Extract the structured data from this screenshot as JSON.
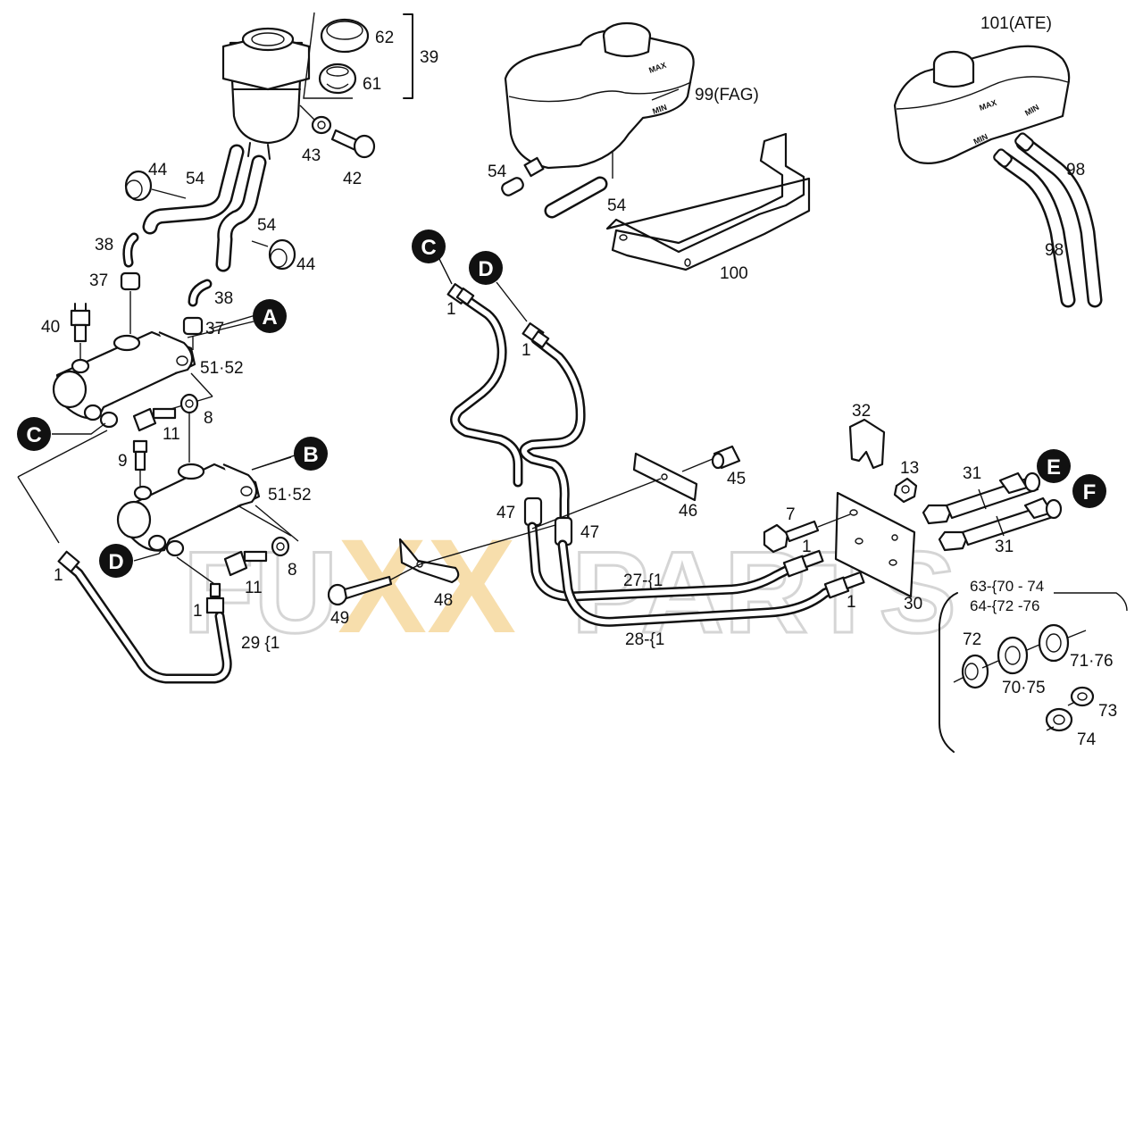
{
  "watermark": {
    "text_left": "FU",
    "text_mid": "XX",
    "text_right": "PARTS",
    "accent_color": "#f2c46a",
    "gray_color": "#b4b4b4"
  },
  "callouts": {
    "A": "A",
    "B": "B",
    "C": "C",
    "D": "D",
    "E": "E",
    "F": "F"
  },
  "labels": {
    "p62": "62",
    "p61": "61",
    "p39": "39",
    "p43": "43",
    "p42": "42",
    "p44a": "44",
    "p54a": "54",
    "p54b": "54",
    "p44b": "44",
    "p38a": "38",
    "p37a": "37",
    "p38b": "38",
    "p37b": "37",
    "p40": "40",
    "p5152a": "51·52",
    "p11a": "11",
    "p8a": "8",
    "p9": "9",
    "p5152b": "51·52",
    "p1a": "1",
    "p8b": "8",
    "p11b": "11",
    "p1b": "1",
    "p29": "29 {1",
    "p99": "99(FAG)",
    "p54c": "54",
    "p54d": "54",
    "p100": "100",
    "p101": "101(ATE)",
    "p98a": "98",
    "p98b": "98",
    "p1c": "1",
    "p1d": "1",
    "p45": "45",
    "p46": "46",
    "p47a": "47",
    "p47b": "47",
    "p48": "48",
    "p49": "49",
    "p27": "27-{1",
    "p28": "28-{1",
    "p32": "32",
    "p13": "13",
    "p31a": "31",
    "p31b": "31",
    "p7": "7",
    "p1e": "1",
    "p1f": "1",
    "p30": "30",
    "p63": "63-{70 - 74",
    "p64": "64-{72 -76",
    "p72": "72",
    "p7075": "70·75",
    "p7176": "71·76",
    "p73": "73",
    "p74": "74"
  },
  "reservoir_marks": {
    "max": "MAX",
    "min": "MIN"
  }
}
